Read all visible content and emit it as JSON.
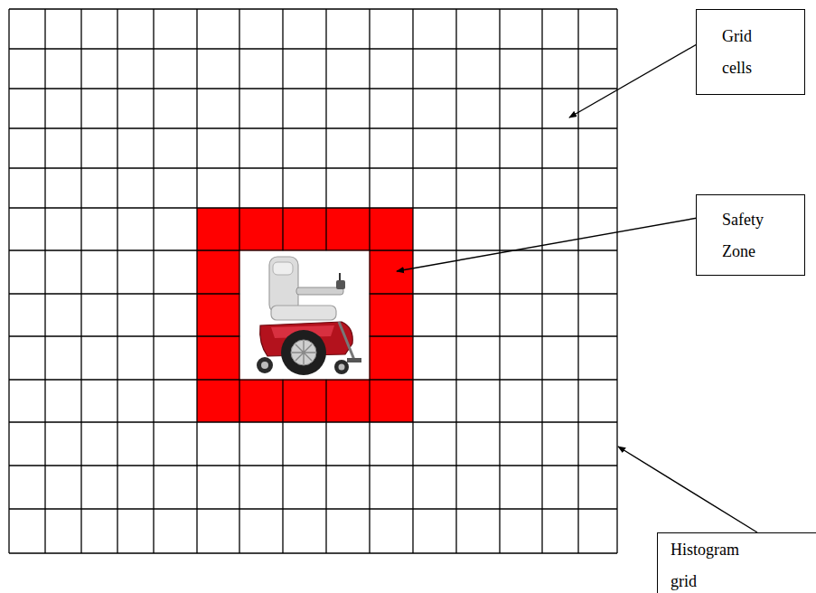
{
  "diagram": {
    "nodes": [
      {
        "text": [
          "Grid cells"
        ]
      },
      {
        "text": [
          "Safety Zone"
        ]
      },
      {
        "text": [
          "Histogram grid"
        ]
      }
    ]
  }
}
